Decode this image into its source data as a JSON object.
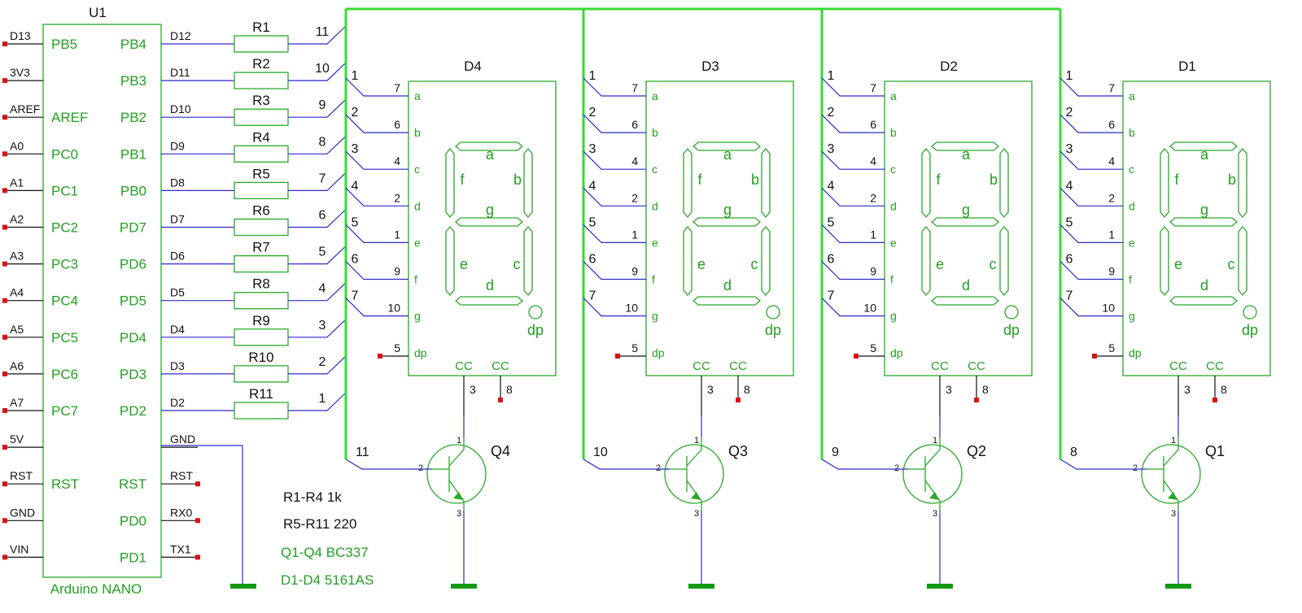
{
  "arduino": {
    "ref": "U1",
    "name": "Arduino NANO",
    "left_pins": [
      {
        "net": "D13",
        "label": "PB5"
      },
      {
        "net": "3V3",
        "label": ""
      },
      {
        "net": "AREF",
        "label": "AREF"
      },
      {
        "net": "A0",
        "label": "PC0"
      },
      {
        "net": "A1",
        "label": "PC1"
      },
      {
        "net": "A2",
        "label": "PC2"
      },
      {
        "net": "A3",
        "label": "PC3"
      },
      {
        "net": "A4",
        "label": "PC4"
      },
      {
        "net": "A5",
        "label": "PC5"
      },
      {
        "net": "A6",
        "label": "PC6"
      },
      {
        "net": "A7",
        "label": "PC7"
      },
      {
        "net": "5V",
        "label": ""
      },
      {
        "net": "RST",
        "label": "RST"
      },
      {
        "net": "GND",
        "label": ""
      },
      {
        "net": "VIN",
        "label": ""
      }
    ],
    "right_pins": [
      {
        "net": "D12",
        "label": "PB4"
      },
      {
        "net": "D11",
        "label": "PB3"
      },
      {
        "net": "D10",
        "label": "PB2"
      },
      {
        "net": "D9",
        "label": "PB1"
      },
      {
        "net": "D8",
        "label": "PB0"
      },
      {
        "net": "D7",
        "label": "PD7"
      },
      {
        "net": "D6",
        "label": "PD6"
      },
      {
        "net": "D5",
        "label": "PD5"
      },
      {
        "net": "D4",
        "label": "PD4"
      },
      {
        "net": "D3",
        "label": "PD3"
      },
      {
        "net": "D2",
        "label": "PD2"
      },
      {
        "net": "GND",
        "label": ""
      },
      {
        "net": "RST",
        "label": "RST"
      },
      {
        "net": "RX0",
        "label": "PD0"
      },
      {
        "net": "TX1",
        "label": "PD1"
      }
    ]
  },
  "resistors": [
    {
      "ref": "R1",
      "bus": "11"
    },
    {
      "ref": "R2",
      "bus": "10"
    },
    {
      "ref": "R3",
      "bus": "9"
    },
    {
      "ref": "R4",
      "bus": "8"
    },
    {
      "ref": "R5",
      "bus": "7"
    },
    {
      "ref": "R6",
      "bus": "6"
    },
    {
      "ref": "R7",
      "bus": "5"
    },
    {
      "ref": "R8",
      "bus": "4"
    },
    {
      "ref": "R9",
      "bus": "3"
    },
    {
      "ref": "R10",
      "bus": "2"
    },
    {
      "ref": "R11",
      "bus": "1"
    }
  ],
  "seg_pins": [
    {
      "line": "1",
      "pin": "7",
      "seg": "a"
    },
    {
      "line": "2",
      "pin": "6",
      "seg": "b"
    },
    {
      "line": "3",
      "pin": "4",
      "seg": "c"
    },
    {
      "line": "4",
      "pin": "2",
      "seg": "d"
    },
    {
      "line": "5",
      "pin": "1",
      "seg": "e"
    },
    {
      "line": "6",
      "pin": "9",
      "seg": "f"
    },
    {
      "line": "7",
      "pin": "10",
      "seg": "g"
    }
  ],
  "dp_pin": {
    "pin": "5",
    "seg": "dp"
  },
  "cc_label": "CC",
  "cc_pins": [
    "3",
    "8"
  ],
  "segment_letters": {
    "a": "a",
    "b": "b",
    "c": "c",
    "d": "d",
    "e": "e",
    "f": "f",
    "g": "g",
    "dp": "dp"
  },
  "displays": [
    {
      "ref": "D4",
      "transistor": "Q4",
      "base_line": "11"
    },
    {
      "ref": "D3",
      "transistor": "Q3",
      "base_line": "10"
    },
    {
      "ref": "D2",
      "transistor": "Q2",
      "base_line": "9"
    },
    {
      "ref": "D1",
      "transistor": "Q1",
      "base_line": "8"
    }
  ],
  "transistor_pins": {
    "collector": "1",
    "base": "2",
    "emitter": "3"
  },
  "notes": [
    "R1-R4 1k",
    "R5-R11 220",
    "Q1-Q4 BC337",
    "D1-D4 5161AS"
  ],
  "colors": {
    "component": "#2aa82a",
    "wire": "#2a2ac8",
    "bus": "#33dd33",
    "pin_marker": "#dd1111",
    "ground": "#119911"
  }
}
